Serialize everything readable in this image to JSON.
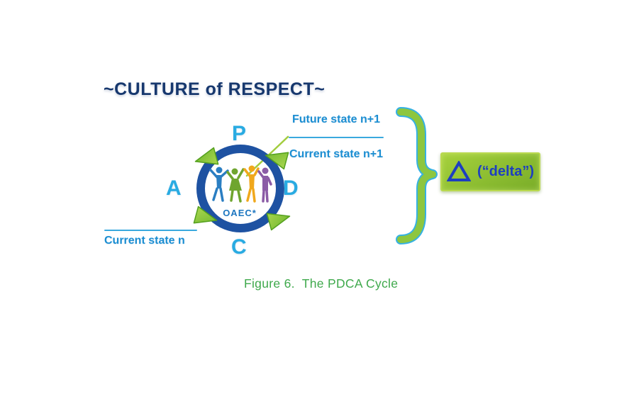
{
  "title": "~CULTURE of RESPECT~",
  "cycle": {
    "letters": {
      "plan": "P",
      "do": "D",
      "check": "C",
      "act": "A"
    },
    "center_label": "OAEC*"
  },
  "annotations": {
    "future_state": "Future state n+1",
    "current_state_next": "Current state n+1",
    "current_state": "Current state n"
  },
  "delta_box": {
    "symbol": "Δ",
    "label": "(“delta”)"
  },
  "caption": "Figure 6.  The PDCA Cycle",
  "colors": {
    "title_navy": "#17386e",
    "cycle_letter_blue": "#29abe2",
    "ring_blue": "#1e52a2",
    "arrow_green": "#7fc13e",
    "label_blue": "#1b8ed2",
    "connector_blue": "#3aa9de",
    "brace_green": "#8dc63f",
    "delta_text_blue": "#1d3fc0",
    "delta_box_green": "#8cbd31",
    "caption_green": "#3fa94c"
  }
}
